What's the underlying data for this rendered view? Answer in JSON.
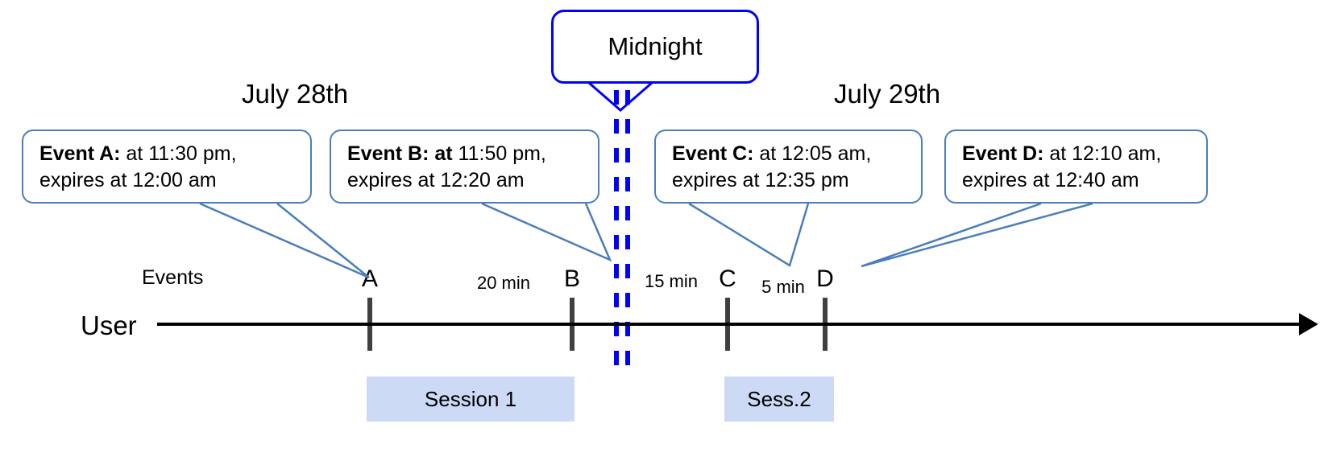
{
  "diagram": {
    "title_callout": {
      "label": "Midnight"
    },
    "day_labels": [
      {
        "name": "day-label-left",
        "text": "July 28th"
      },
      {
        "name": "day-label-right",
        "text": "July 29th"
      }
    ],
    "axis": {
      "row_label": "User",
      "events_row_label": "Events"
    },
    "event_callouts": [
      {
        "id": "A",
        "bold_prefix": "Event A:",
        "line1_rest": " at 11:30 pm,",
        "line2": "expires at 12:00 am",
        "at_bold": false
      },
      {
        "id": "B",
        "bold_prefix": "Event B: at",
        "line1_rest": " 11:50 pm,",
        "line2": "expires at 12:20 am",
        "at_bold": true
      },
      {
        "id": "C",
        "bold_prefix": "Event C:",
        "line1_rest": " at 12:05 am,",
        "line2": "expires at 12:35 pm",
        "at_bold": false
      },
      {
        "id": "D",
        "bold_prefix": "Event D:",
        "line1_rest": "  at 12:10 am,",
        "line2": "expires at 12:40 am",
        "at_bold": false
      }
    ],
    "markers": [
      {
        "letter": "A"
      },
      {
        "letter": "B"
      },
      {
        "letter": "C"
      },
      {
        "letter": "D"
      }
    ],
    "gaps": [
      {
        "text": "20 min",
        "between": "A-B"
      },
      {
        "text": "15 min",
        "between": "B-C"
      },
      {
        "text": "5 min",
        "between": "C-D"
      }
    ],
    "sessions": [
      {
        "label": "Session 1"
      },
      {
        "label": "Sess.2"
      }
    ],
    "colors": {
      "callout_border": "#4a7ebb",
      "midnight_border": "#0000ff",
      "midnight_dash": "#0000ff",
      "session_fill": "#ccdaf5",
      "tick": "#404040",
      "axis": "#000000",
      "text": "#000000"
    }
  }
}
